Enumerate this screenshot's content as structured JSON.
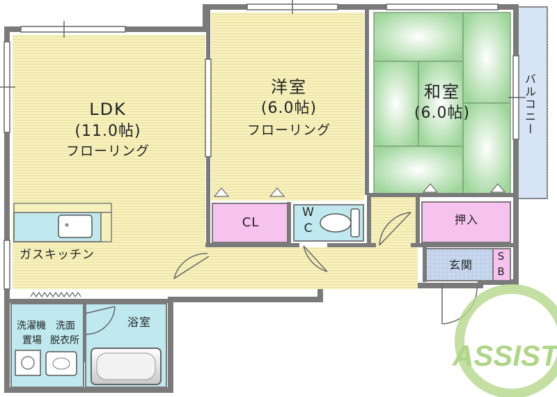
{
  "rooms": {
    "ldk": {
      "name": "LDK",
      "size": "(11.0帖)",
      "floor": "フローリング"
    },
    "western": {
      "name": "洋室",
      "size": "(6.0帖)",
      "floor": "フローリング"
    },
    "japanese": {
      "name": "和室",
      "size": "(6.0帖)"
    },
    "closet": "CL",
    "wc_w": "W",
    "wc_c": "C",
    "oshiire": "押入",
    "kitchen": "ガスキッチン",
    "entrance": "玄関",
    "shoebox_s": "S",
    "shoebox_b": "B",
    "bath": "浴室",
    "laundry_l1": "洗濯機",
    "laundry_l2": "置場",
    "washroom_l1": "洗面",
    "washroom_l2": "脱衣所",
    "balcony": "バルコニー"
  },
  "logo": {
    "text": "ASSIST"
  },
  "colors": {
    "flooring": "#f5f0b8",
    "tatami": "#cdeec9",
    "closet": "#f6c2ee",
    "water": "#bfe9ef",
    "entrance": "#c9d8ef",
    "balcony": "#d6e4f3",
    "wall": "#7a7a7a",
    "logo": "#b5d88a"
  }
}
